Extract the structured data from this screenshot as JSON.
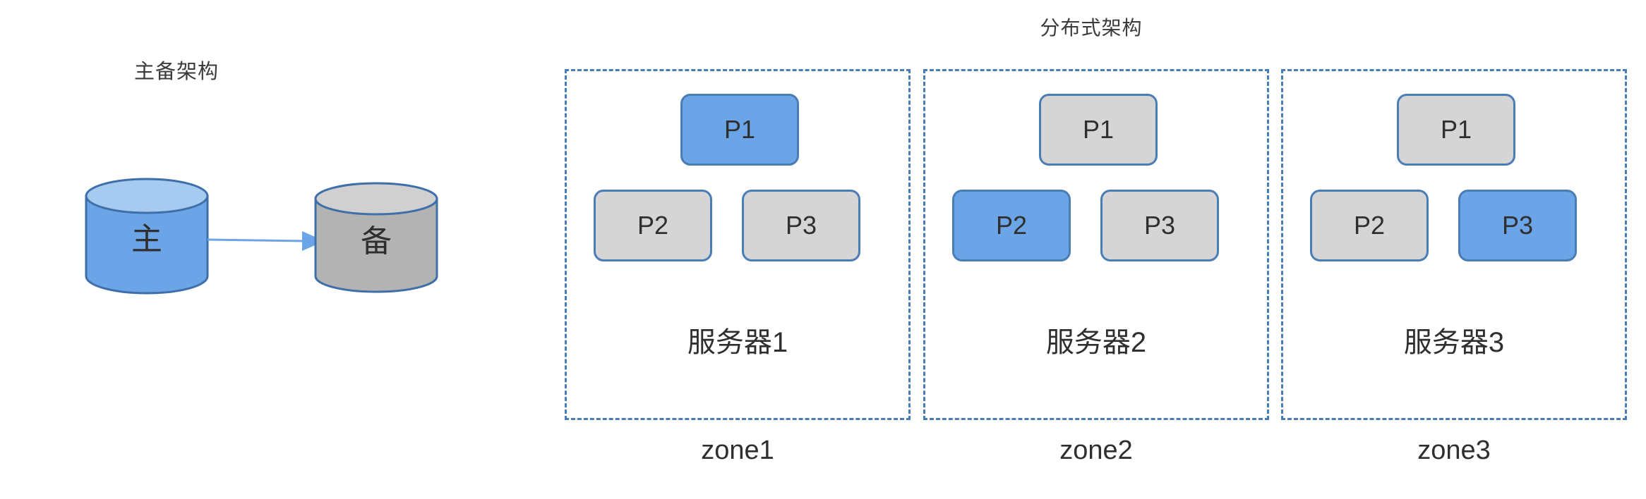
{
  "colors": {
    "accent_blue_fill": "#6ba5e7",
    "accent_blue_stroke": "#4a7cb5",
    "cylinder_top_light": "#a7cbf0",
    "cylinder_gray_fill": "#b3b3b3",
    "cylinder_gray_top": "#d0d0d0",
    "inactive_gray_fill": "#d5d5d5",
    "arrow_blue": "#6ba5e7",
    "dashed_border": "#4a7cb5",
    "text_dark": "#2f2f2f"
  },
  "master_standby": {
    "title": "主备架构",
    "primary": {
      "label": "主",
      "icon": "database-cylinder-icon",
      "state": "active"
    },
    "standby": {
      "label": "备",
      "icon": "database-cylinder-icon",
      "state": "inactive"
    },
    "arrow": {
      "icon": "arrow-right-icon",
      "direction": "primary-to-standby"
    }
  },
  "distributed": {
    "title": "分布式架构",
    "servers": [
      {
        "server_label": "服务器1",
        "zone_label": "zone1",
        "processes": [
          {
            "label": "P1",
            "active": true
          },
          {
            "label": "P2",
            "active": false
          },
          {
            "label": "P3",
            "active": false
          }
        ]
      },
      {
        "server_label": "服务器2",
        "zone_label": "zone2",
        "processes": [
          {
            "label": "P1",
            "active": false
          },
          {
            "label": "P2",
            "active": true
          },
          {
            "label": "P3",
            "active": false
          }
        ]
      },
      {
        "server_label": "服务器3",
        "zone_label": "zone3",
        "processes": [
          {
            "label": "P1",
            "active": false
          },
          {
            "label": "P2",
            "active": false
          },
          {
            "label": "P3",
            "active": true
          }
        ]
      }
    ]
  }
}
